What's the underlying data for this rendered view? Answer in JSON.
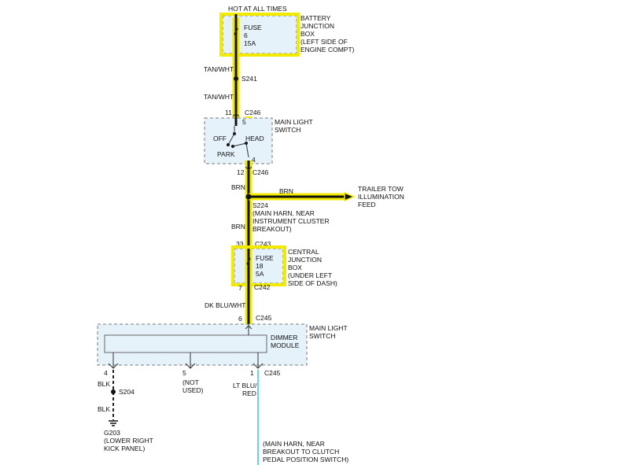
{
  "labels": {
    "hot": "HOT AT ALL TIMES",
    "bjb": [
      "BATTERY",
      "JUNCTION",
      "BOX",
      "(LEFT SIDE OF",
      "ENGINE COMPT)"
    ],
    "fuse6": [
      "FUSE",
      "6",
      "15A"
    ],
    "tanwht1": "TAN/WHT",
    "s241": "S241",
    "tanwht2": "TAN/WHT",
    "pin11": "11",
    "c246a": "C246",
    "pin5a": "5",
    "mls1": [
      "MAIN LIGHT",
      "SWITCH"
    ],
    "off": "OFF",
    "head": "HEAD",
    "park": "PARK",
    "pin4a": "4",
    "pin12": "12",
    "c246b": "C246",
    "brn1": "BRN",
    "brn2": "BRN",
    "trailer": [
      "TRAILER TOW",
      "ILLUMINATION",
      "FEED"
    ],
    "s224": [
      "S224",
      "(MAIN HARN, NEAR",
      "INSTRUMENT CLUSTER",
      "BREAKOUT)"
    ],
    "brn3": "BRN",
    "pin33": "33",
    "c243": "C243",
    "fuse18": [
      "FUSE",
      "18",
      "5A"
    ],
    "cjb": [
      "CENTRAL",
      "JUNCTION",
      "BOX",
      "(UNDER LEFT",
      "SIDE OF DASH)"
    ],
    "pin7": "7",
    "c242": "C242",
    "dkblu": "DK BLU/WHT",
    "pin6": "6",
    "c245a": "C245",
    "mls2": [
      "MAIN LIGHT",
      "SWITCH"
    ],
    "dimmer": [
      "DIMMER",
      "MODULE"
    ],
    "pin4b": "4",
    "pin5b": "5",
    "pin1": "1",
    "c245b": "C245",
    "blk1": "BLK",
    "s204": "S204",
    "blk2": "BLK",
    "notused": [
      "(NOT",
      "USED)"
    ],
    "ltblu": [
      "LT BLU/",
      "RED"
    ],
    "g203": [
      "G203",
      "(LOWER RIGHT",
      "KICK PANEL)"
    ],
    "mainharn": [
      "(MAIN HARN, NEAR",
      "BREAKOUT TO CLUTCH",
      "PEDAL POSITION SWITCH)"
    ]
  }
}
